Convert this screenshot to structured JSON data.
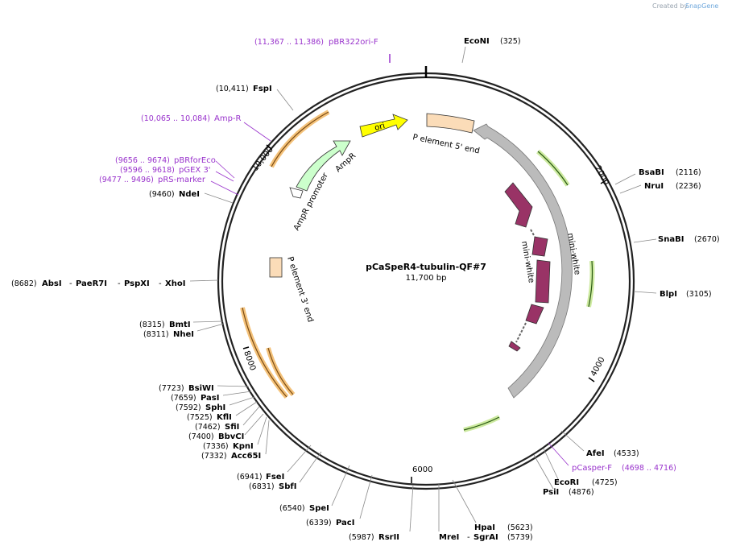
{
  "credit": {
    "prefix": "Created by",
    "brand": "SnapGene"
  },
  "plasmid": {
    "name": "pCaSpeR4-tubulin-QF#7",
    "size": "11,700 bp"
  },
  "ruler_ticks": [
    "2000",
    "4000",
    "6000",
    "8000",
    "10,000"
  ],
  "enzymes": [
    {
      "name": "EcoNI",
      "pos": "(325)"
    },
    {
      "name": "BsaBI",
      "pos": "(2116)"
    },
    {
      "name": "NruI",
      "pos": "(2236)"
    },
    {
      "name": "SnaBI",
      "pos": "(2670)"
    },
    {
      "name": "BlpI",
      "pos": "(3105)"
    },
    {
      "name": "AfeI",
      "pos": "(4533)"
    },
    {
      "name": "EcoRI",
      "pos": "(4725)"
    },
    {
      "name": "PsiI",
      "pos": "(4876)"
    },
    {
      "name": "HpaI",
      "pos": "(5623)"
    },
    {
      "name": "SgrAI",
      "pos": "(5739)"
    },
    {
      "name": "MreI",
      "pos": ""
    },
    {
      "name": "RsrII",
      "pos": "(5987)"
    },
    {
      "name": "PacI",
      "pos": "(6339)"
    },
    {
      "name": "SpeI",
      "pos": "(6540)"
    },
    {
      "name": "SbfI",
      "pos": "(6831)"
    },
    {
      "name": "FseI",
      "pos": "(6941)"
    },
    {
      "name": "Acc65I",
      "pos": "(7332)"
    },
    {
      "name": "KpnI",
      "pos": "(7336)"
    },
    {
      "name": "BbvCI",
      "pos": "(7400)"
    },
    {
      "name": "SfiI",
      "pos": "(7462)"
    },
    {
      "name": "KflI",
      "pos": "(7525)"
    },
    {
      "name": "SphI",
      "pos": "(7592)"
    },
    {
      "name": "PasI",
      "pos": "(7659)"
    },
    {
      "name": "BsiWI",
      "pos": "(7723)"
    },
    {
      "name": "NheI",
      "pos": "(8311)"
    },
    {
      "name": "BmtI",
      "pos": "(8315)"
    },
    {
      "name": "AbsI",
      "pos": "(8682)"
    },
    {
      "name": "PaeR7I",
      "pos": ""
    },
    {
      "name": "PspXI",
      "pos": ""
    },
    {
      "name": "XhoI",
      "pos": ""
    },
    {
      "name": "NdeI",
      "pos": "(9460)"
    },
    {
      "name": "FspI",
      "pos": "(10,411)"
    }
  ],
  "primers": [
    {
      "name": "pBR322ori-F",
      "range": "(11,367 .. 11,386)"
    },
    {
      "name": "Amp-R",
      "range": "(10,065 .. 10,084)"
    },
    {
      "name": "pBRforEco",
      "range": "(9656 .. 9674)"
    },
    {
      "name": "pGEX 3'",
      "range": "(9596 .. 9618)"
    },
    {
      "name": "pRS-marker",
      "range": "(9477 .. 9496)"
    },
    {
      "name": "pCasper-F",
      "range": "(4698 .. 4716)"
    }
  ],
  "features": [
    {
      "name": "ori",
      "color": "#ffff00"
    },
    {
      "name": "P element 5' end",
      "color": "#fbdcb8"
    },
    {
      "name": "mini-white",
      "color": "#bbbbbb"
    },
    {
      "name": "mini-white",
      "color": "#993366"
    },
    {
      "name": "AmpR",
      "color": "#ccffcc"
    },
    {
      "name": "AmpR promoter",
      "color": "#ffffff"
    },
    {
      "name": "P element 3' end",
      "color": "#fbdcb8"
    }
  ],
  "colors": {
    "primer": "#9933cc",
    "orf_orange": "#f4a62a",
    "orf_green": "#9ad050",
    "backbone": "#000000"
  }
}
